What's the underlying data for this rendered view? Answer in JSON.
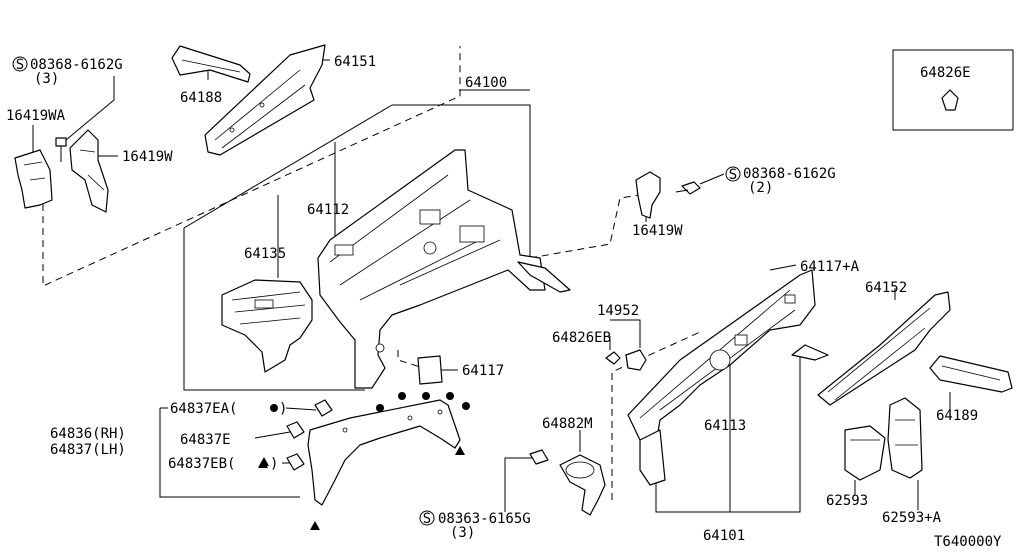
{
  "labels": {
    "s_08368_6162g_a": "08368-6162G",
    "qty_3_a": "(3)",
    "p16419wa": "16419WA",
    "p16419w_left": "16419W",
    "p64188": "64188",
    "p64151": "64151",
    "p64100": "64100",
    "p64112": "64112",
    "p64135": "64135",
    "p64117": "64117",
    "p64826e": "64826E",
    "s_08368_6162g_b": "08368-6162G",
    "qty_2": "(2)",
    "p16419w_right": "16419W",
    "p64117a": "64117+A",
    "p64152": "64152",
    "p14952": "14952",
    "p64826eb": "64826EB",
    "p64113": "64113",
    "p64189": "64189",
    "p64837ea": "64837EA(",
    "p64837ea_close": ")",
    "p64836rh": "64836(RH)",
    "p64837lh": "64837(LH)",
    "p64837e": "64837E",
    "p64837eb": "64837EB(",
    "p64837eb_close": ")",
    "p64882m": "64882M",
    "s_08363_6165g": "08363-6165G",
    "qty_3_b": "(3)",
    "p62593": "62593",
    "p62593a": "62593+A",
    "p64101": "64101",
    "diagram_code": "T640000Y",
    "s_symbol": "S"
  }
}
